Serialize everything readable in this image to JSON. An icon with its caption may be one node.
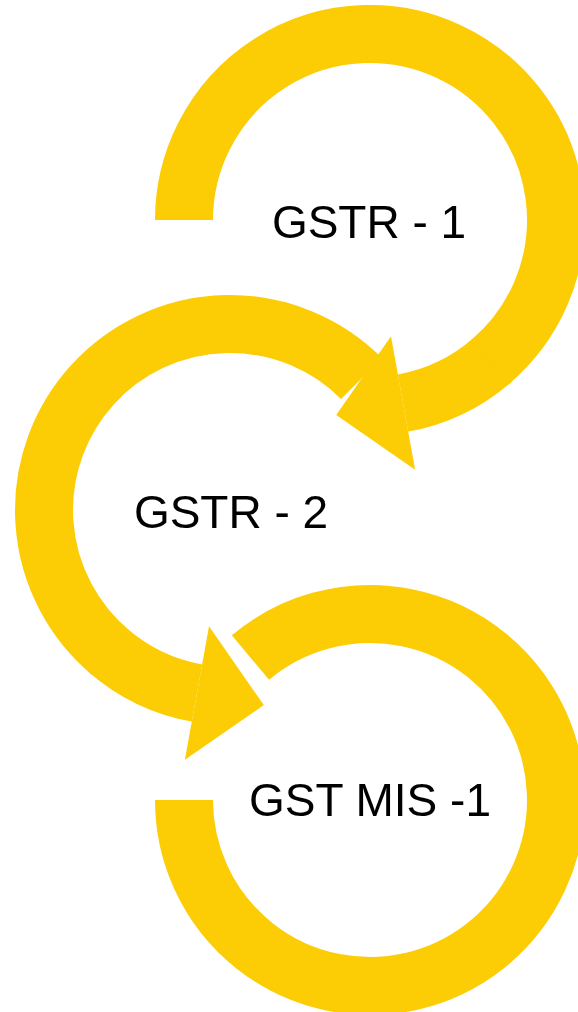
{
  "diagram": {
    "nodes": [
      {
        "text": [
          "GSTR - 1"
        ]
      },
      {
        "text": [
          "GSTR - 2"
        ]
      },
      {
        "text": [
          "GST MIS -1"
        ]
      }
    ],
    "edges": [
      {
        "from": 0,
        "to": 1,
        "arrow": "to"
      },
      {
        "from": 1,
        "to": 2,
        "arrow": "to"
      }
    ]
  }
}
